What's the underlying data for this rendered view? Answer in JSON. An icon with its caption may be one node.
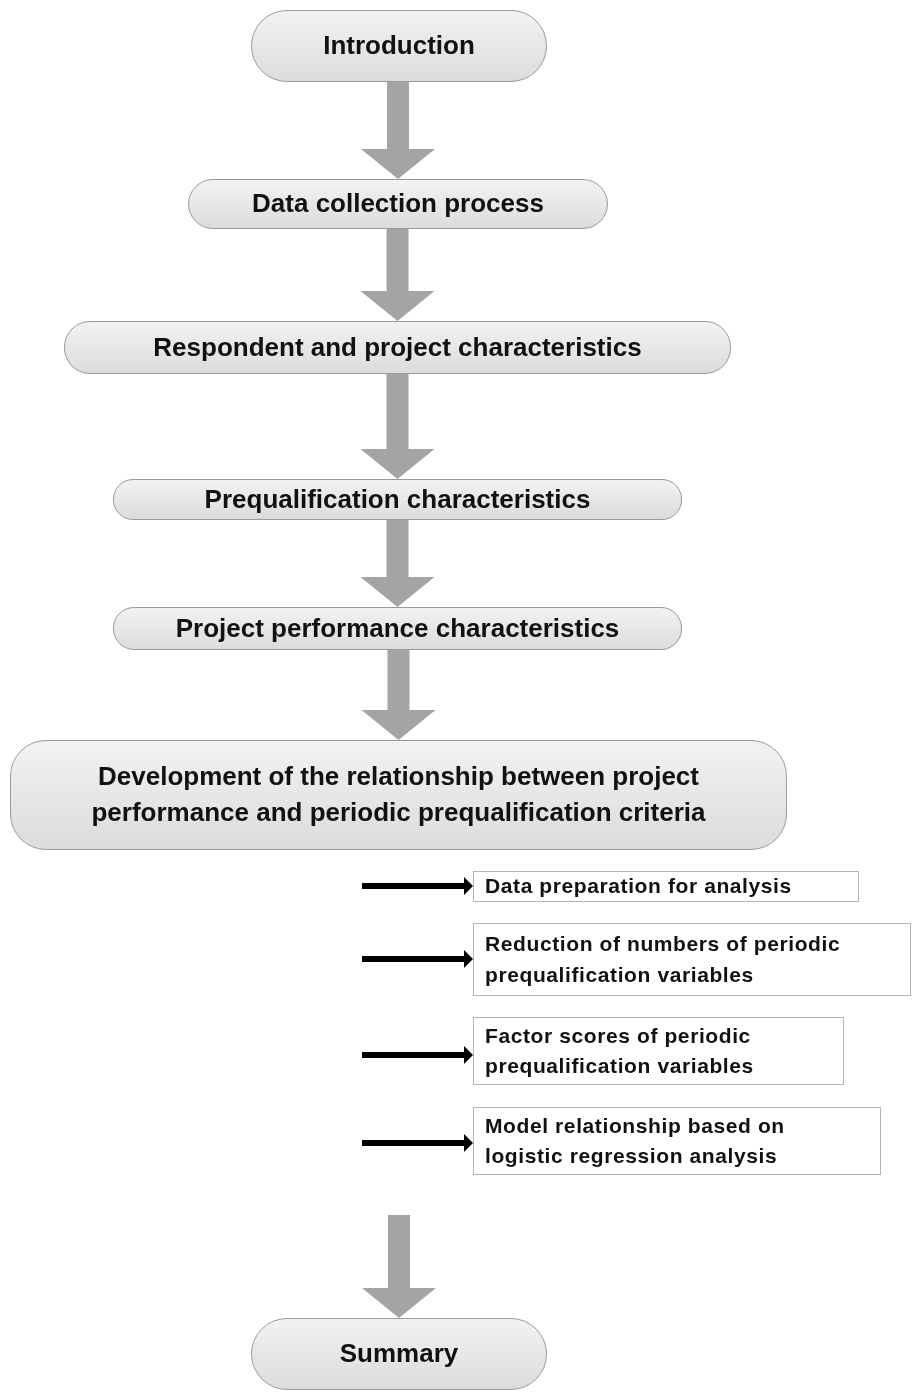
{
  "diagram": {
    "nodes": [
      {
        "text": [
          "Introduction"
        ]
      },
      {
        "text": [
          "Data collection process"
        ]
      },
      {
        "text": [
          "Respondent and project characteristics"
        ]
      },
      {
        "text": [
          "Prequalification characteristics"
        ]
      },
      {
        "text": [
          "Project performance characteristics"
        ]
      },
      {
        "text": [
          "Development of the relationship between project performance and periodic prequalification criteria"
        ]
      },
      {
        "text": [
          "Data preparation for analysis"
        ]
      },
      {
        "text": [
          "Reduction of numbers of periodic prequalification variables"
        ]
      },
      {
        "text": [
          "Factor scores of periodic prequalification variables"
        ]
      },
      {
        "text": [
          "Model relationship based on logistic regression analysis"
        ]
      },
      {
        "text": [
          "Summary"
        ]
      }
    ],
    "edges": [
      {
        "from": 0,
        "to": 1,
        "arrow": "to"
      },
      {
        "from": 1,
        "to": 2,
        "arrow": "to"
      },
      {
        "from": 2,
        "to": 3,
        "arrow": "to"
      },
      {
        "from": 3,
        "to": 4,
        "arrow": "to"
      },
      {
        "from": 4,
        "to": 5,
        "arrow": "to"
      },
      {
        "from": null,
        "to": 6,
        "arrow": "to",
        "color": "#000000"
      },
      {
        "from": null,
        "to": 7,
        "arrow": "to",
        "color": "#000000"
      },
      {
        "from": null,
        "to": 8,
        "arrow": "to",
        "color": "#000000"
      },
      {
        "from": null,
        "to": 9,
        "arrow": "to",
        "color": "#000000"
      },
      {
        "from": null,
        "to": 10,
        "arrow": "to"
      }
    ]
  }
}
